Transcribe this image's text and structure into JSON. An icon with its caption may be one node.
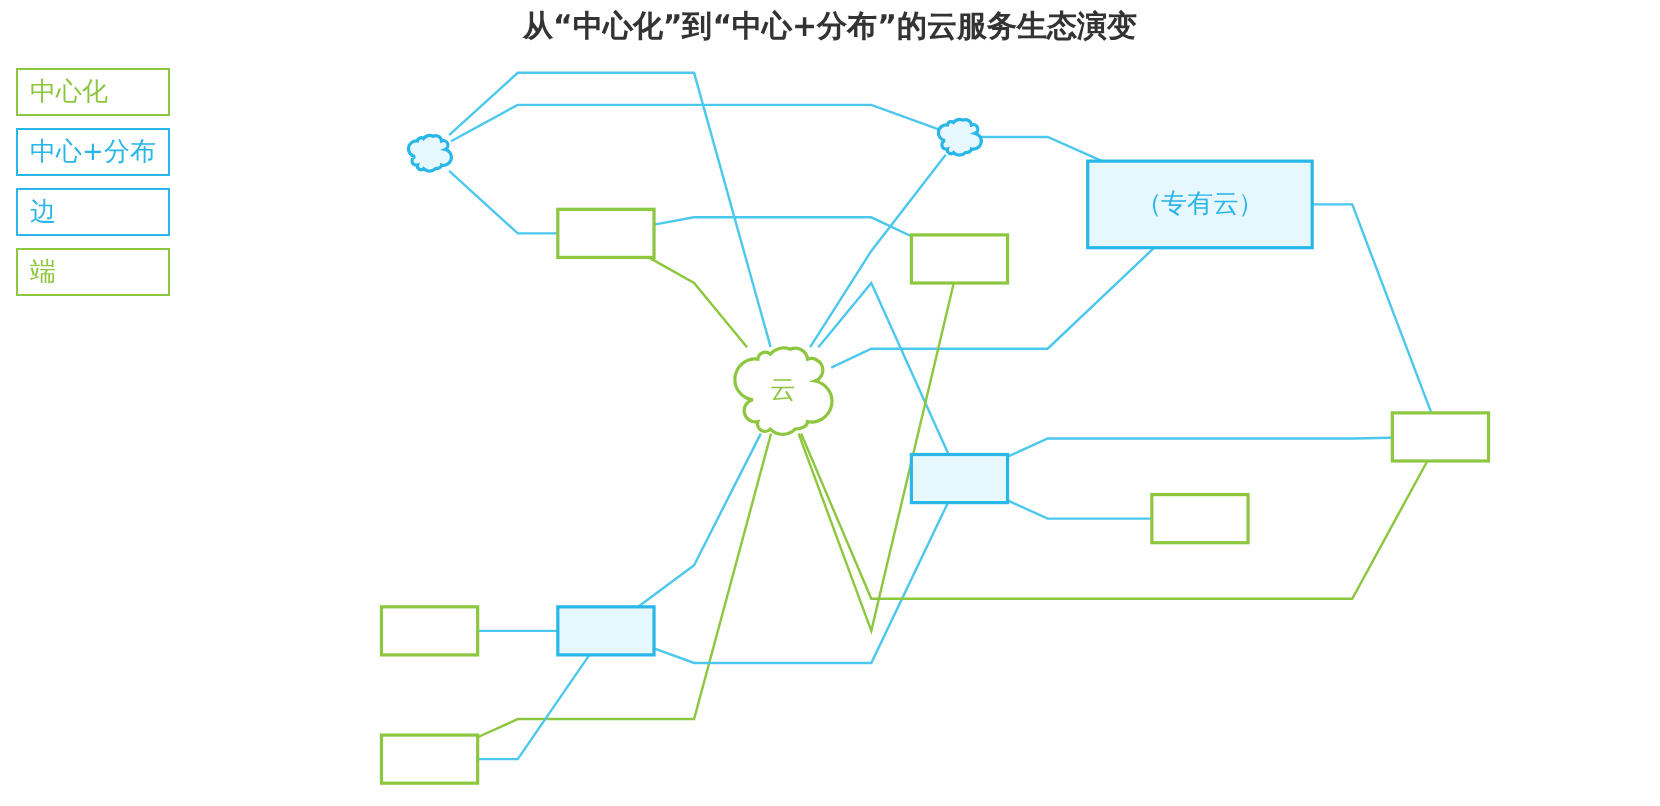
{
  "diagram": {
    "title": "从“中心化”到“中心+分布”的云服务生态演变",
    "nodes": [
      {
        "text": [
          "云"
        ]
      },
      {
        "text": [],
        "shape": "box"
      },
      {
        "text": [],
        "shape": "box"
      },
      {
        "text": [
          "（专有云）"
        ]
      },
      {
        "text": [],
        "shape": "box"
      },
      {
        "text": [],
        "shape": "cloud"
      },
      {
        "text": [],
        "shape": "box"
      },
      {
        "text": [],
        "shape": "cloud"
      },
      {
        "text": [],
        "shape": "box"
      },
      {
        "text": [],
        "shape": "box"
      },
      {
        "text": [],
        "shape": "box"
      },
      {
        "text": [],
        "shape": "box"
      }
    ],
    "edges": [
      {
        "from": 1,
        "to": 2,
        "arrow": "none"
      },
      {
        "from": 2,
        "to": 0,
        "arrow": "none"
      },
      {
        "from": 8,
        "to": 0,
        "arrow": "none",
        "color": "#8dc63f"
      },
      {
        "from": 8,
        "to": 2,
        "arrow": "none"
      },
      {
        "from": 2,
        "to": 6,
        "arrow": "none"
      },
      {
        "from": 5,
        "to": 0,
        "arrow": "none"
      },
      {
        "from": 5,
        "to": 7,
        "arrow": "none"
      },
      {
        "from": 5,
        "to": 10,
        "arrow": "none"
      },
      {
        "from": 10,
        "to": 9,
        "arrow": "none"
      },
      {
        "from": 10,
        "to": 0,
        "arrow": "none",
        "color": "#8dc63f"
      },
      {
        "from": 0,
        "to": 7,
        "arrow": "none"
      },
      {
        "from": 0,
        "to": 6,
        "arrow": "none"
      },
      {
        "from": 7,
        "to": 3,
        "arrow": "none"
      },
      {
        "from": 0,
        "to": 3,
        "arrow": "none"
      },
      {
        "from": 0,
        "to": 4,
        "arrow": "none",
        "color": "#8dc63f"
      },
      {
        "from": 0,
        "to": 9,
        "arrow": "none",
        "color": "#8dc63f"
      },
      {
        "from": 3,
        "to": 4,
        "arrow": "none"
      },
      {
        "from": 6,
        "to": 4,
        "arrow": "none"
      },
      {
        "from": 6,
        "to": 11,
        "arrow": "none"
      }
    ],
    "labels": [
      "中心化",
      "中心+分布",
      "边",
      "端"
    ]
  }
}
